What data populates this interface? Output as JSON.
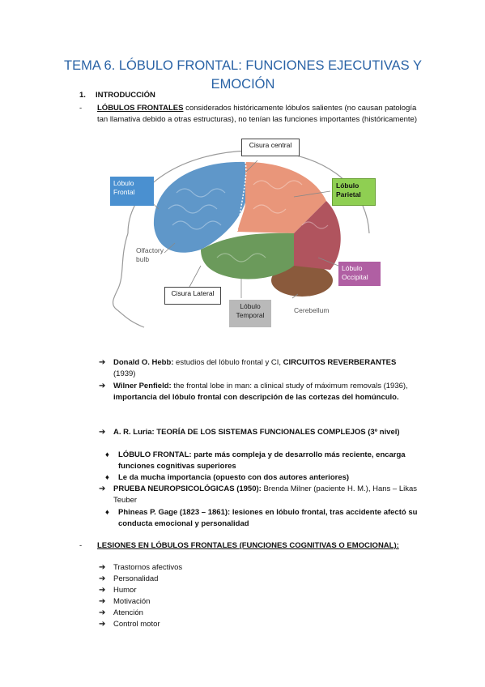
{
  "title": "TEMA 6. LÓBULO FRONTAL: FUNCIONES EJECUTIVAS Y EMOCIÓN",
  "section": {
    "number": "1.",
    "heading": "INTRODUCCIÓN"
  },
  "intro": {
    "term": "LÓBULOS FRONTALES",
    "text": " considerados históricamente lóbulos salientes (no causan patología tan llamativa debido a otras estructuras), no tenían las funciones importantes (históricamente)"
  },
  "figure": {
    "labels": {
      "frontal": "Lóbulo Frontal",
      "central": "Cisura central",
      "parietal": "Lóbulo Parietal",
      "olfactory": "Olfactory bulb",
      "occipital": "Lóbulo Occipital",
      "lateral": "Cisura Lateral",
      "temporal": "Lóbulo Temporal",
      "cerebellum": "Cerebellum"
    },
    "colors": {
      "frontal": "#5f97c9",
      "parietal": "#e9967a",
      "temporal": "#6b9a5b",
      "occipital": "#b0545e",
      "cerebellum": "#8a5a3c",
      "parietal_box": "#8fcf52",
      "occipital_box": "#b05fa3",
      "temporal_box": "#b9b9b9",
      "frontal_box": "#4a90d0"
    }
  },
  "hebb": {
    "name": "Donald O. Hebb:",
    "text": " estudios del lóbulo frontal y CI, ",
    "bold": "CIRCUITOS REVERBERANTES",
    "year": "(1939)"
  },
  "penfield": {
    "name": "Wilner Penfield:",
    "text": " the frontal lobe in man: a clinical study of máximum removals (1936), ",
    "bold": "importancia del lóbulo frontal con descripción de las cortezas del homúnculo."
  },
  "luria": {
    "name": "A. R. Luria: TEORÍA DE LOS SISTEMAS FUNCIONALES COMPLEJOS (3º nivel)"
  },
  "luria_sub1": "LÓBULO FRONTAL: parte más compleja y de desarrollo más reciente, encarga funciones cognitivas superiores",
  "luria_sub2": "Le da mucha importancia (opuesto con dos autores anteriores)",
  "prueba": {
    "name": "PRUEBA NEUROPSICOLÓGICAS (1950):",
    "text": " Brenda Milner (paciente H. M.), Hans – Likas Teuber"
  },
  "gage": "Phineas P. Gage (1823 – 1861): lesiones en lóbulo frontal, tras accidente afectó su conducta emocional y personalidad",
  "lesiones": {
    "heading": "LESIONES EN LÓBULOS FRONTALES (FUNCIONES COGNITIVAS O EMOCIONAL):",
    "items": [
      "Trastornos afectivos",
      "Personalidad",
      "Humor",
      "Motivación",
      "Atención",
      "Control motor"
    ]
  }
}
